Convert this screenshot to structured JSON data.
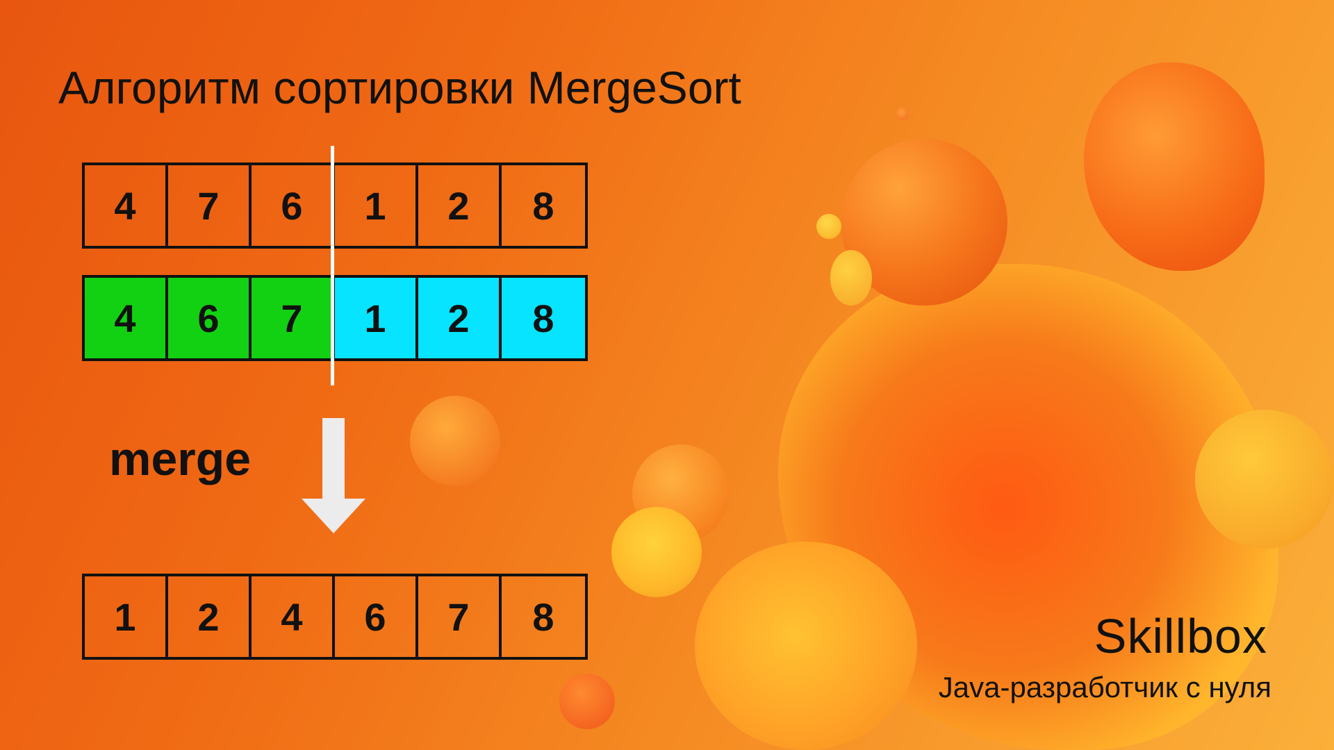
{
  "title": "Алгоритм сортировки MergeSort",
  "arrays": {
    "original": [
      "4",
      "7",
      "6",
      "1",
      "2",
      "8"
    ],
    "split_sorted": {
      "left": [
        "4",
        "6",
        "7"
      ],
      "right": [
        "1",
        "2",
        "8"
      ]
    },
    "merged": [
      "1",
      "2",
      "4",
      "6",
      "7",
      "8"
    ]
  },
  "merge_label": "merge",
  "colors": {
    "left_half": "#12d112",
    "right_half": "#06e4ff",
    "divider": "#ffffff",
    "arrow": "#ececec"
  },
  "branding": {
    "logo": "Skillbox",
    "course": "Java-разработчик с нуля"
  }
}
